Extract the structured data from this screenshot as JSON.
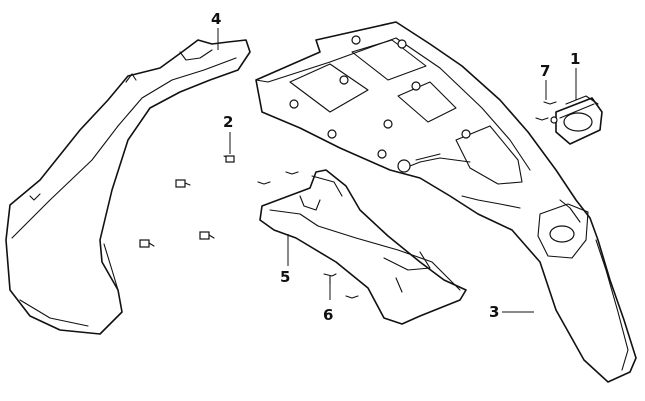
{
  "diagram": {
    "type": "exploded-parts-diagram",
    "line_color": "#111111",
    "background": "#ffffff",
    "callouts": [
      {
        "number": "1",
        "part": "license-lamp"
      },
      {
        "number": "2",
        "part": "bolt"
      },
      {
        "number": "3",
        "part": "rear-fender"
      },
      {
        "number": "4",
        "part": "rear-inner-fender"
      },
      {
        "number": "5",
        "part": "bracket"
      },
      {
        "number": "6",
        "part": "screw"
      },
      {
        "number": "7",
        "part": "small-screw"
      }
    ]
  }
}
